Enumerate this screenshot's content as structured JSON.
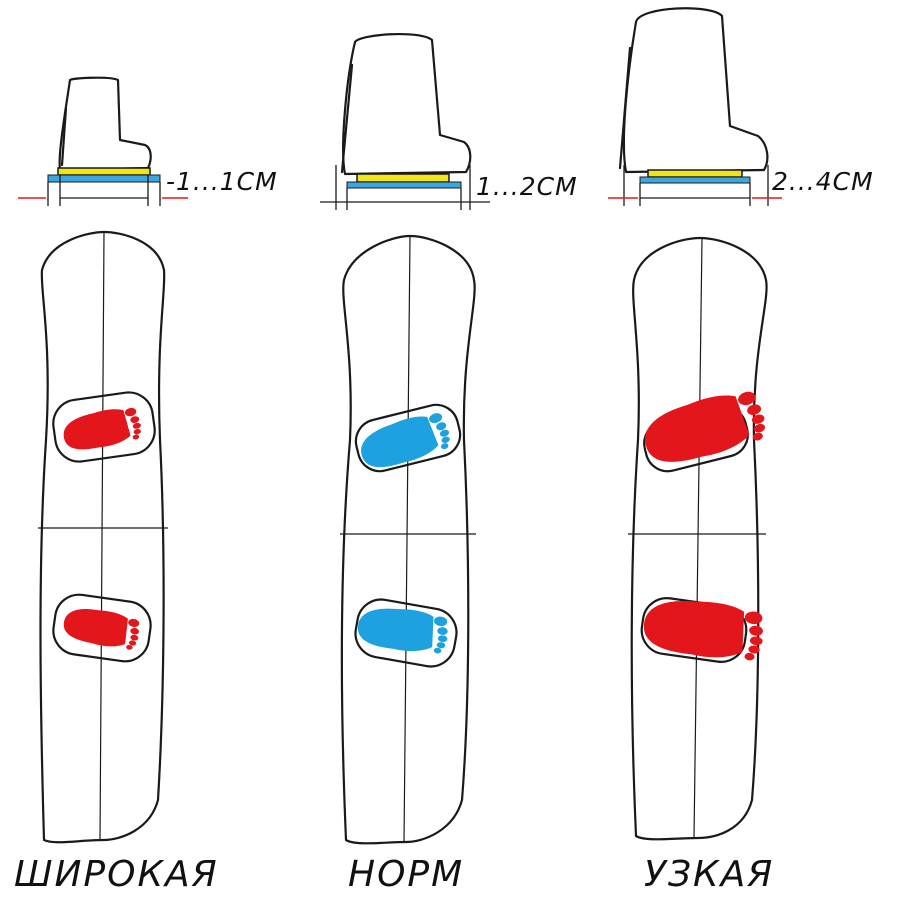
{
  "panels": [
    {
      "id": "wide",
      "label": "ШИРОКАЯ",
      "overhang": "-1...1СМ",
      "foot_color": "#e3161c"
    },
    {
      "id": "norm",
      "label": "НОРМ",
      "overhang": "1...2СМ",
      "foot_color": "#1ea1e0"
    },
    {
      "id": "narrow",
      "label": "УЗКАЯ",
      "overhang": "2...4СМ",
      "foot_color": "#e3161c"
    }
  ],
  "colors": {
    "sole_plate": "#f2e515",
    "board_base": "#3ba6e0",
    "arrow_red": "#e3161c",
    "line": "#1a1a1a"
  },
  "icons": {
    "boot": "boot-icon",
    "foot": "foot-icon"
  }
}
